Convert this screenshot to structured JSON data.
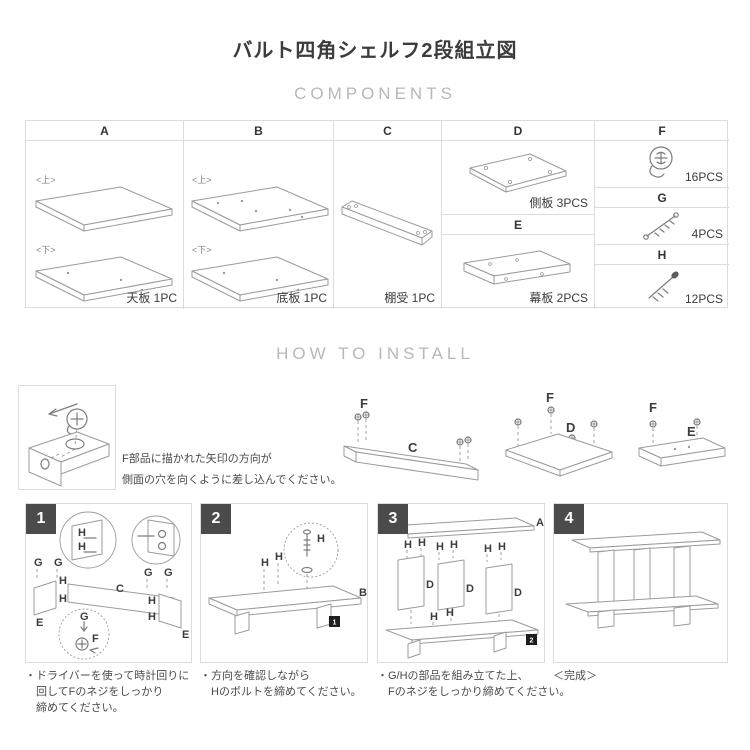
{
  "page": {
    "title": "バルト四角シェルフ2段組立図",
    "components_heading": "COMPONENTS",
    "install_heading": "HOW TO INSTALL"
  },
  "letters": {
    "a": "A",
    "b": "B",
    "c": "C",
    "d": "D",
    "e": "E",
    "f": "F",
    "g": "G",
    "h": "H"
  },
  "components": {
    "a": {
      "letter": "A",
      "view_top": "<上>",
      "view_bottom": "<下>",
      "label": "天板 1PC"
    },
    "b": {
      "letter": "B",
      "view_top": "<上>",
      "view_bottom": "<下>",
      "label": "底板 1PC"
    },
    "c": {
      "letter": "C",
      "label": "棚受 1PC"
    },
    "d": {
      "letter": "D",
      "label": "側板 3PCS"
    },
    "e": {
      "letter": "E",
      "label": "幕板 2PCS"
    },
    "f": {
      "letter": "F",
      "label": "16PCS"
    },
    "g": {
      "letter": "G",
      "label": "4PCS"
    },
    "h": {
      "letter": "H",
      "label": "12PCS"
    }
  },
  "install": {
    "note_line1": "F部品に描かれた矢印の方向が",
    "note_line2": "側面の穴を向くように差し込んでください。"
  },
  "steps": [
    {
      "number": "1",
      "caption_lines": [
        "・ドライバーを使って時計回りに",
        "回してFのネジをしっかり",
        "締めてください。"
      ]
    },
    {
      "number": "2",
      "board_label": "B",
      "assembly_ref": "1",
      "caption_lines": [
        "・方向を確認しながら",
        "Hのボルトを締めてください。"
      ]
    },
    {
      "number": "3",
      "board_label": "A",
      "assembly_ref": "2",
      "caption_lines": [
        "・G/Hの部品を組み立てた上、",
        "Fのネジをしっかり締めてください。"
      ]
    },
    {
      "number": "4",
      "caption_lines": [
        "＜完成＞"
      ]
    }
  ]
}
